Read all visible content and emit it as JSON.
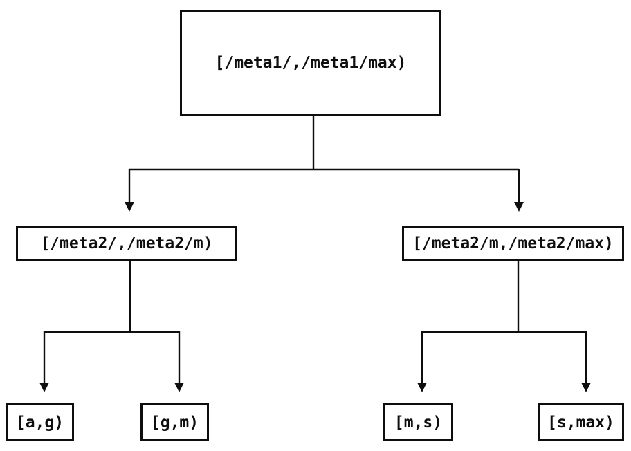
{
  "diagram": {
    "type": "tree",
    "root": {
      "label": "[/meta1/,/meta1/max)"
    },
    "children": [
      {
        "label": "[/meta2/,/meta2/m)",
        "children": [
          {
            "label": "[a,g)"
          },
          {
            "label": "[g,m)"
          }
        ]
      },
      {
        "label": "[/meta2/m,/meta2/max)",
        "children": [
          {
            "label": "[m,s)"
          },
          {
            "label": "[s,max)"
          }
        ]
      }
    ],
    "colors": {
      "line": "#0e0e0e",
      "text": "#0e0e0e",
      "background": "#ffffff"
    }
  }
}
